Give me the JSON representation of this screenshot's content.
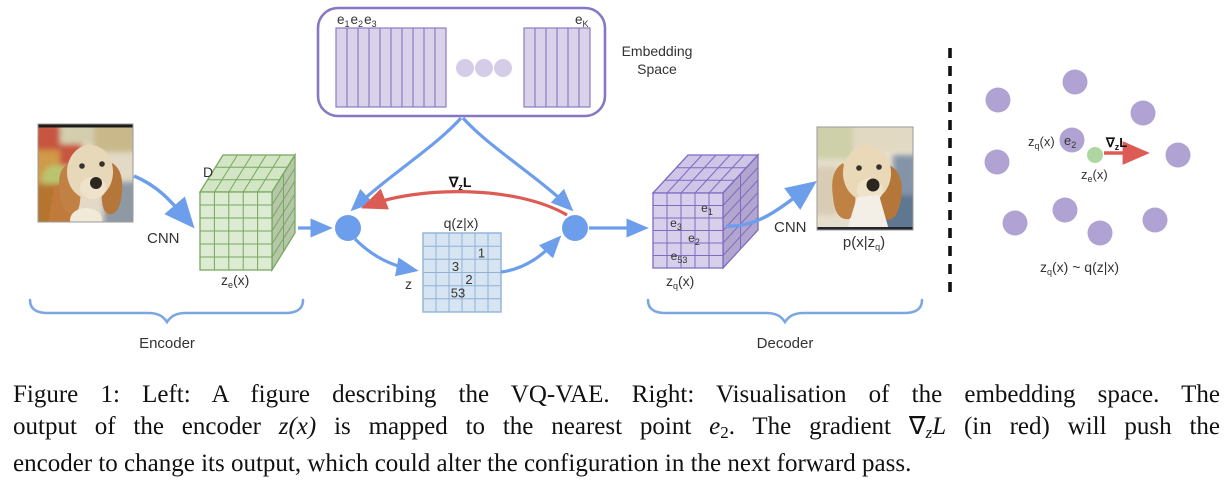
{
  "colors": {
    "arrow_blue": "#6d9eeb",
    "node_blue": "#6d9eeb",
    "gradient_red": "#dd5b55",
    "box_border": "#8878c3",
    "embed_col_fill": "#d9d2e9",
    "embed_col_line": "#8e7cc3",
    "green_cube_fill": "#dcebd2",
    "green_cube_line": "#76a85e",
    "purple_cube_fill": "#d8d0eb",
    "purple_cube_line": "#7e6bc4",
    "latent_grid_fill": "#d7e4f1",
    "latent_grid_line": "#8fb2d8",
    "dot_purple": "#b0a3d4",
    "dot_green": "#aed6a0",
    "brace_blue": "#7ba7e0"
  },
  "embedding_space": {
    "title_line1": "Embedding",
    "title_line2": "Space",
    "e1": {
      "base": "e",
      "sub": "1"
    },
    "e2": {
      "base": "e",
      "sub": "2"
    },
    "e3": {
      "base": "e",
      "sub": "3"
    },
    "eK": {
      "base": "e",
      "sub": "K"
    }
  },
  "encoder": {
    "cnn_label": "CNN",
    "depth_label": "D",
    "output_label": {
      "base": "z",
      "sub": "e",
      "suffix": "(x)"
    },
    "brace_label": "Encoder"
  },
  "latent": {
    "grid_title": "q(z|x)",
    "z_label": "z",
    "cells": [
      "1",
      "3",
      "2",
      "53"
    ],
    "gradient_label": {
      "base": "∇",
      "sub": "z",
      "suffix": "L"
    }
  },
  "decoder": {
    "cnn_label": "CNN",
    "input_label": {
      "base": "z",
      "sub": "q",
      "suffix": "(x)"
    },
    "cell_e1": {
      "base": "e",
      "sub": "1"
    },
    "cell_e3": {
      "base": "e",
      "sub": "3"
    },
    "cell_e2": {
      "base": "e",
      "sub": "2"
    },
    "cell_e53": {
      "base": "e",
      "sub": "53"
    },
    "output_label": {
      "base": "p(x|z",
      "sub": "q",
      "suffix": ")"
    },
    "brace_label": "Decoder"
  },
  "right_panel": {
    "zq_label": {
      "base": "z",
      "sub": "q",
      "suffix": "(x)"
    },
    "e2_label": {
      "base": "e",
      "sub": "2"
    },
    "gradient_label": {
      "base": "∇",
      "sub": "z",
      "suffix": "L"
    },
    "ze_label": {
      "base": "z",
      "sub": "e",
      "suffix": "(x)"
    },
    "bottom_label": {
      "base": "z",
      "sub": "q",
      "suffix": "(x) ~ q(z|x)"
    }
  },
  "caption": {
    "line1": "Figure 1: Left: A figure describing the VQ-VAE. Right: Visualisation of the embedding space. The",
    "line2_seg1": "output of the encoder ",
    "line2_math1": "z(x)",
    "line2_seg2": " is mapped to the nearest point ",
    "line2_math2_base": "e",
    "line2_math2_sub": "2",
    "line2_seg3": ". The gradient ",
    "line2_math3_nabla": "∇",
    "line2_math3_sub": "z",
    "line2_math3_L": "L",
    "line2_seg4": " (in red) will push the",
    "line3": "encoder to change its output, which could alter the configuration in the next forward pass."
  }
}
